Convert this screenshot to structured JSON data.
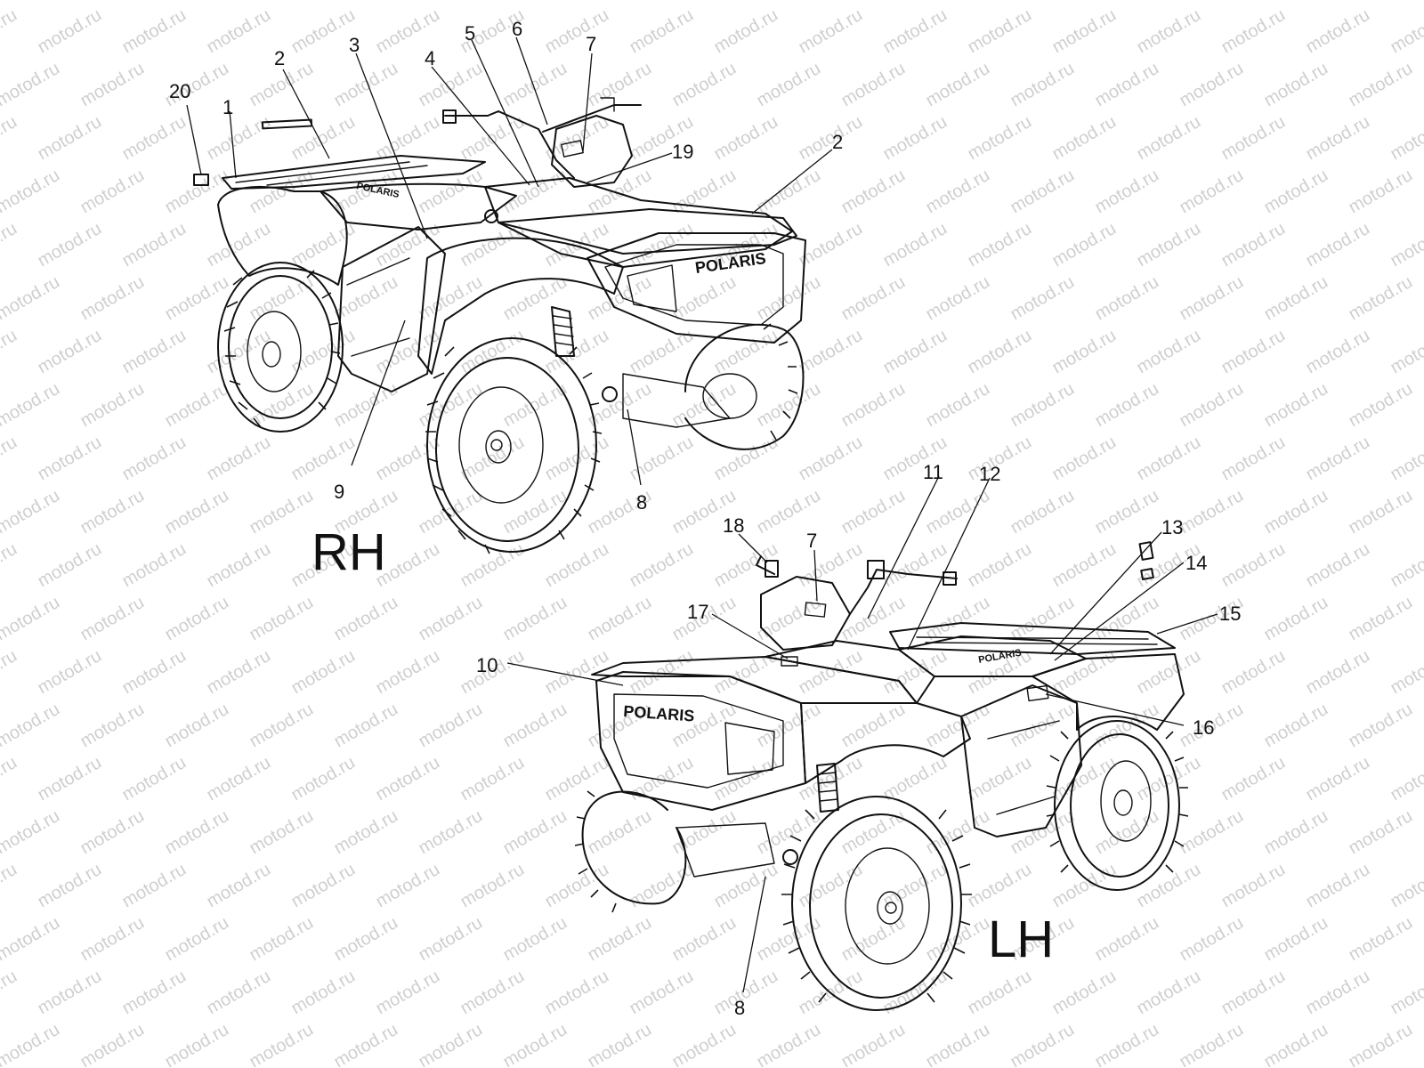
{
  "watermark": {
    "text": "motod.ru"
  },
  "views": [
    {
      "id": "rh",
      "label": "RH",
      "brand": "POLARIS"
    },
    {
      "id": "lh",
      "label": "LH",
      "brand": "POLARIS"
    }
  ],
  "callouts": {
    "rh": [
      "20",
      "1",
      "2",
      "3",
      "4",
      "5",
      "6",
      "7",
      "19",
      "2",
      "9",
      "8"
    ],
    "lh": [
      "18",
      "7",
      "11",
      "12",
      "13",
      "14",
      "15",
      "17",
      "10",
      "16",
      "8"
    ]
  },
  "colors": {
    "line": "#111111",
    "watermark": "#cfcfcf",
    "background": "#ffffff"
  }
}
